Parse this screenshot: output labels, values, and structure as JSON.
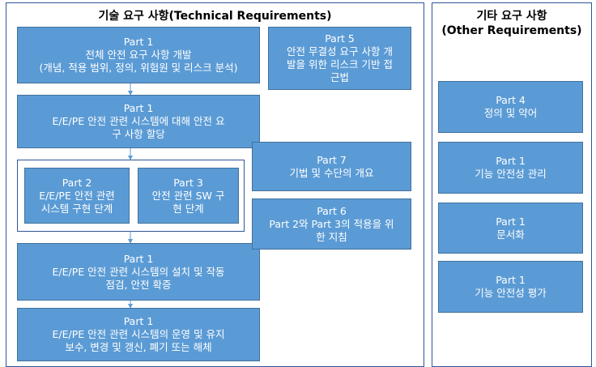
{
  "technical": {
    "title": "기술 요구 사항(Technical Requirements)",
    "part1_overall": {
      "part": "Part 1",
      "text": "전체 안전 요구 사항 개발\n(개념, 적용 범위, 정의, 위험원 및 리스크 분석)"
    },
    "part1_alloc": {
      "part": "Part 1",
      "text": "E/E/PE 안전 관련 시스템에 대해 안전 요\n구 사항 할당"
    },
    "part2": {
      "part": "Part 2",
      "text": "E/E/PE 안전 관련\n시스템 구현 단계"
    },
    "part3": {
      "part": "Part 3",
      "text": "안전 관련 SW 구\n현 단계"
    },
    "part1_install": {
      "part": "Part 1",
      "text": "E/E/PE 안전 관련 시스템의 설치 및 작동\n점검, 안전 확증"
    },
    "part1_operate": {
      "part": "Part 1",
      "text": "E/E/PE 안전 관련 시스템의 운영 및 유지\n보수, 변경 및 갱신, 폐기 또는 해체"
    },
    "part5": {
      "part": "Part 5",
      "text": "안전 무결성 요구 사항 개\n발을 위한 리스크 기반 접\n근법"
    },
    "part7": {
      "part": "Part 7",
      "text": "기법 및 수단의 개요"
    },
    "part6": {
      "part": "Part 6",
      "text": "Part 2와 Part 3의 적용을 위\n한 지침"
    }
  },
  "other": {
    "title": "기타 요구 사항\n(Other Requirements)",
    "part4": {
      "part": "Part 4",
      "text": "정의 및 약어"
    },
    "part1_mgmt": {
      "part": "Part 1",
      "text": "기능 안전성 관리"
    },
    "part1_doc": {
      "part": "Part 1",
      "text": "문서화"
    },
    "part1_assess": {
      "part": "Part 1",
      "text": "기능 안전성 평가"
    }
  },
  "colors": {
    "box": "#5b9bd5",
    "border": "#2f5597"
  }
}
